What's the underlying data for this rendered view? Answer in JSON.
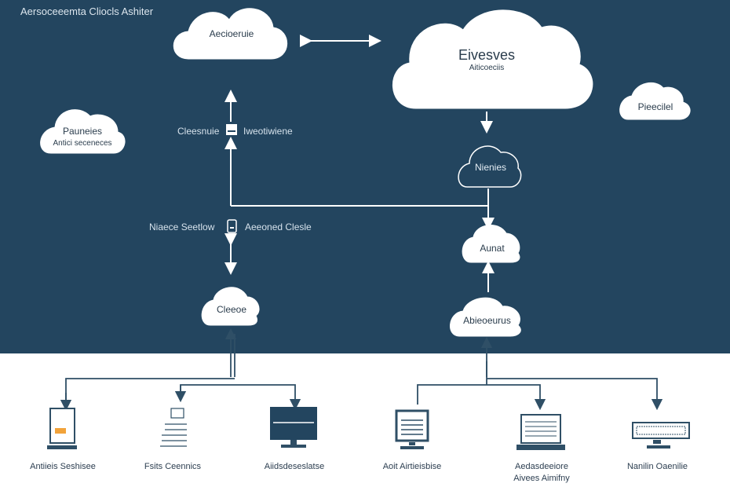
{
  "title": "Aersoceeemta Cliocls Ashiter",
  "clouds": {
    "c1": {
      "label": "Aecioeruie"
    },
    "c2": {
      "label": "Eivesves",
      "sublabel": "Aiticoeciis"
    },
    "c3": {
      "label": "Pauneies",
      "sublabel": "Antici seceneces"
    },
    "c4": {
      "label": "Pieecilel"
    },
    "c5": {
      "label": "Nienies"
    },
    "c6": {
      "label": "Aunat"
    },
    "c7": {
      "label": "Cleeoe"
    },
    "c8": {
      "label": "Abieoeurus"
    }
  },
  "middle_labels": {
    "upper_left": "Cleesnuie",
    "upper_right": "Iweotiwiene",
    "lower_left": "Niaece Seetlow",
    "lower_right": "Aeeoned Clesle"
  },
  "devices": [
    {
      "label": "Antiieis Seshisee",
      "icon": "tablet-icon"
    },
    {
      "label": "Fsits Ceennics",
      "icon": "stack-icon"
    },
    {
      "label": "Aiidsdeseslatse",
      "icon": "monitor-icon"
    },
    {
      "label": "Aoit Airtieisbise",
      "icon": "monitor-doc-icon"
    },
    {
      "label": "Aedasdeeiore",
      "label2": "Aivees Aimifny",
      "icon": "laptop-icon"
    },
    {
      "label": "Nanilin Oaenilie",
      "icon": "keyboard-icon"
    }
  ],
  "colors": {
    "background_top": "#23455f",
    "background_bottom": "#ffffff",
    "line": "#ffffff",
    "line_dark": "#2f4f66"
  }
}
